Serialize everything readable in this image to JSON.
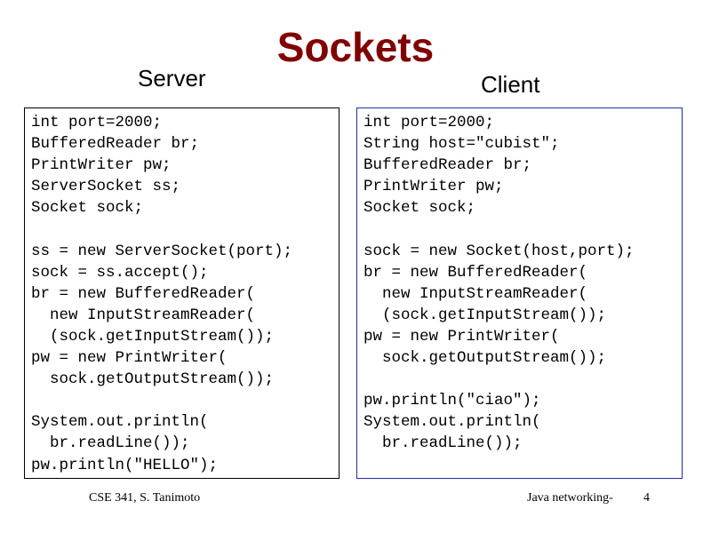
{
  "slide": {
    "title": "Sockets",
    "server_label": "Server",
    "client_label": "Client"
  },
  "server_code": [
    "int port=2000;",
    "BufferedReader br;",
    "PrintWriter pw;",
    "ServerSocket ss;",
    "Socket sock;",
    "",
    "ss = new ServerSocket(port);",
    "sock = ss.accept();",
    "br = new BufferedReader(",
    "  new InputStreamReader(",
    "  (sock.getInputStream());",
    "pw = new PrintWriter(",
    "  sock.getOutputStream());",
    "",
    "System.out.println(",
    "  br.readLine());",
    "pw.println(\"HELLO\");"
  ],
  "client_code": [
    "int port=2000;",
    "String host=\"cubist\";",
    "BufferedReader br;",
    "PrintWriter pw;",
    "Socket sock;",
    "",
    "sock = new Socket(host,port);",
    "br = new BufferedReader(",
    "  new InputStreamReader(",
    "  (sock.getInputStream());",
    "pw = new PrintWriter(",
    "  sock.getOutputStream());",
    "",
    "pw.println(\"ciao\");",
    "System.out.println(",
    "  br.readLine());"
  ],
  "footer": {
    "left": "CSE 341, S. Tanimoto",
    "right": "Java networking-",
    "page_number": "4"
  }
}
